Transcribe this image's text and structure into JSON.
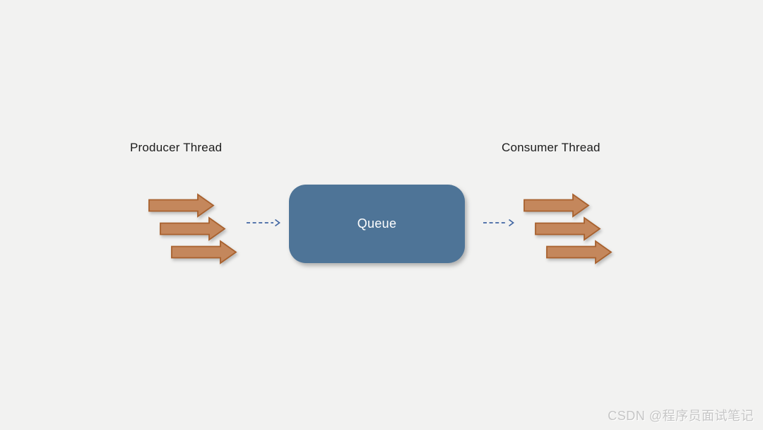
{
  "diagram": {
    "producer": {
      "label": "Producer Thread",
      "arrow_count": 3
    },
    "consumer": {
      "label": "Consumer Thread",
      "arrow_count": 3
    },
    "queue": {
      "label": "Queue"
    },
    "connectors": {
      "producer_to_queue": "dashed-arrow-right",
      "queue_to_consumer": "dashed-arrow-right"
    }
  },
  "watermark": {
    "text": "CSDN @程序员面试笔记"
  },
  "colors": {
    "background": "#f2f2f1",
    "label_text": "#1c1c1c",
    "arrow_fill": "#c4875c",
    "arrow_border": "#a8612e",
    "queue_fill": "#4e7497",
    "queue_text": "#ffffff",
    "connector_blue": "#4166a3",
    "watermark_text": "#c6c6c6"
  }
}
